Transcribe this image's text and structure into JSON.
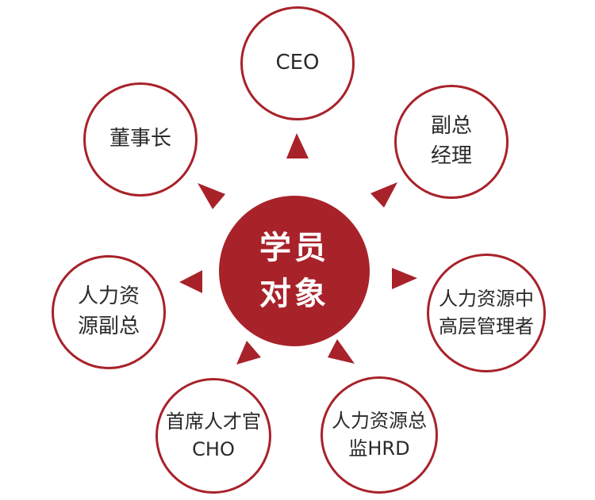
{
  "center": {
    "line1": "学员",
    "line2": "对象"
  },
  "satellites": [
    {
      "line1": "CEO",
      "line2": ""
    },
    {
      "line1": "副总",
      "line2": "经理"
    },
    {
      "line1": "人力资源中",
      "line2": "高层管理者"
    },
    {
      "line1": "人力资源总",
      "line2": "监HRD"
    },
    {
      "line1": "首席人才官",
      "line2": "CHO"
    },
    {
      "line1": "人力资",
      "line2": "源副总"
    },
    {
      "line1": "董事长",
      "line2": ""
    }
  ],
  "colors": {
    "accent": "#a8222a",
    "text": "#2a2a2a",
    "background": "#ffffff"
  }
}
